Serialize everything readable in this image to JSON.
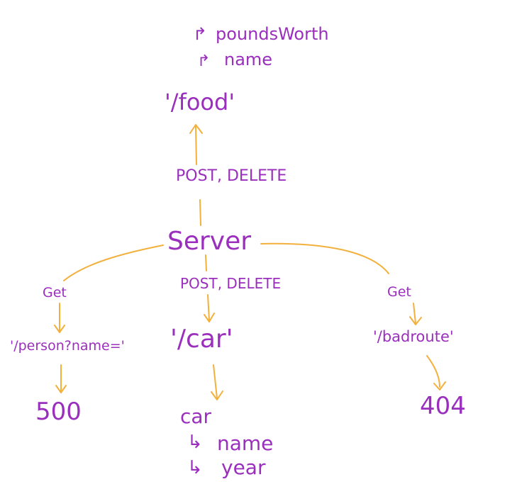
{
  "server": {
    "label": "Server"
  },
  "food": {
    "route": "'/food'",
    "methods": "POST, DELETE",
    "fields": [
      "poundsWorth",
      "name"
    ]
  },
  "person": {
    "method": "Get",
    "route": "'/person?name='",
    "result": "500"
  },
  "car": {
    "methods": "POST, DELETE",
    "route": "'/car'",
    "object": "car",
    "fields": [
      "name",
      "year"
    ]
  },
  "badroute": {
    "method": "Get",
    "route": "'/badroute'",
    "result": "404"
  },
  "colors": {
    "text": "#9b2fbd",
    "lines": "#f2b03d"
  }
}
